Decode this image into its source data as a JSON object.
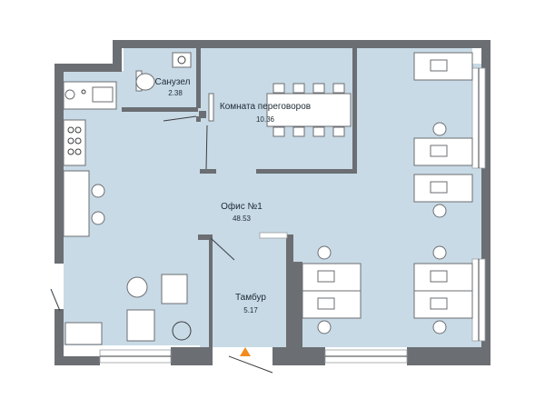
{
  "plan": {
    "colors": {
      "floor": "#c8dae6",
      "wall": "#6b6e72",
      "furniture": "#ffffff",
      "entrance_marker": "#f28c1e"
    },
    "rooms": [
      {
        "id": "office",
        "label": "Офис №1",
        "area": "48.53"
      },
      {
        "id": "meeting",
        "label": "Комната переговоров",
        "area": "10.36"
      },
      {
        "id": "bathroom",
        "label": "Санузел",
        "area": "2.38"
      },
      {
        "id": "vestibule",
        "label": "Тамбур",
        "area": "5.17"
      }
    ],
    "entrance_icon": "triangle-up-icon"
  }
}
